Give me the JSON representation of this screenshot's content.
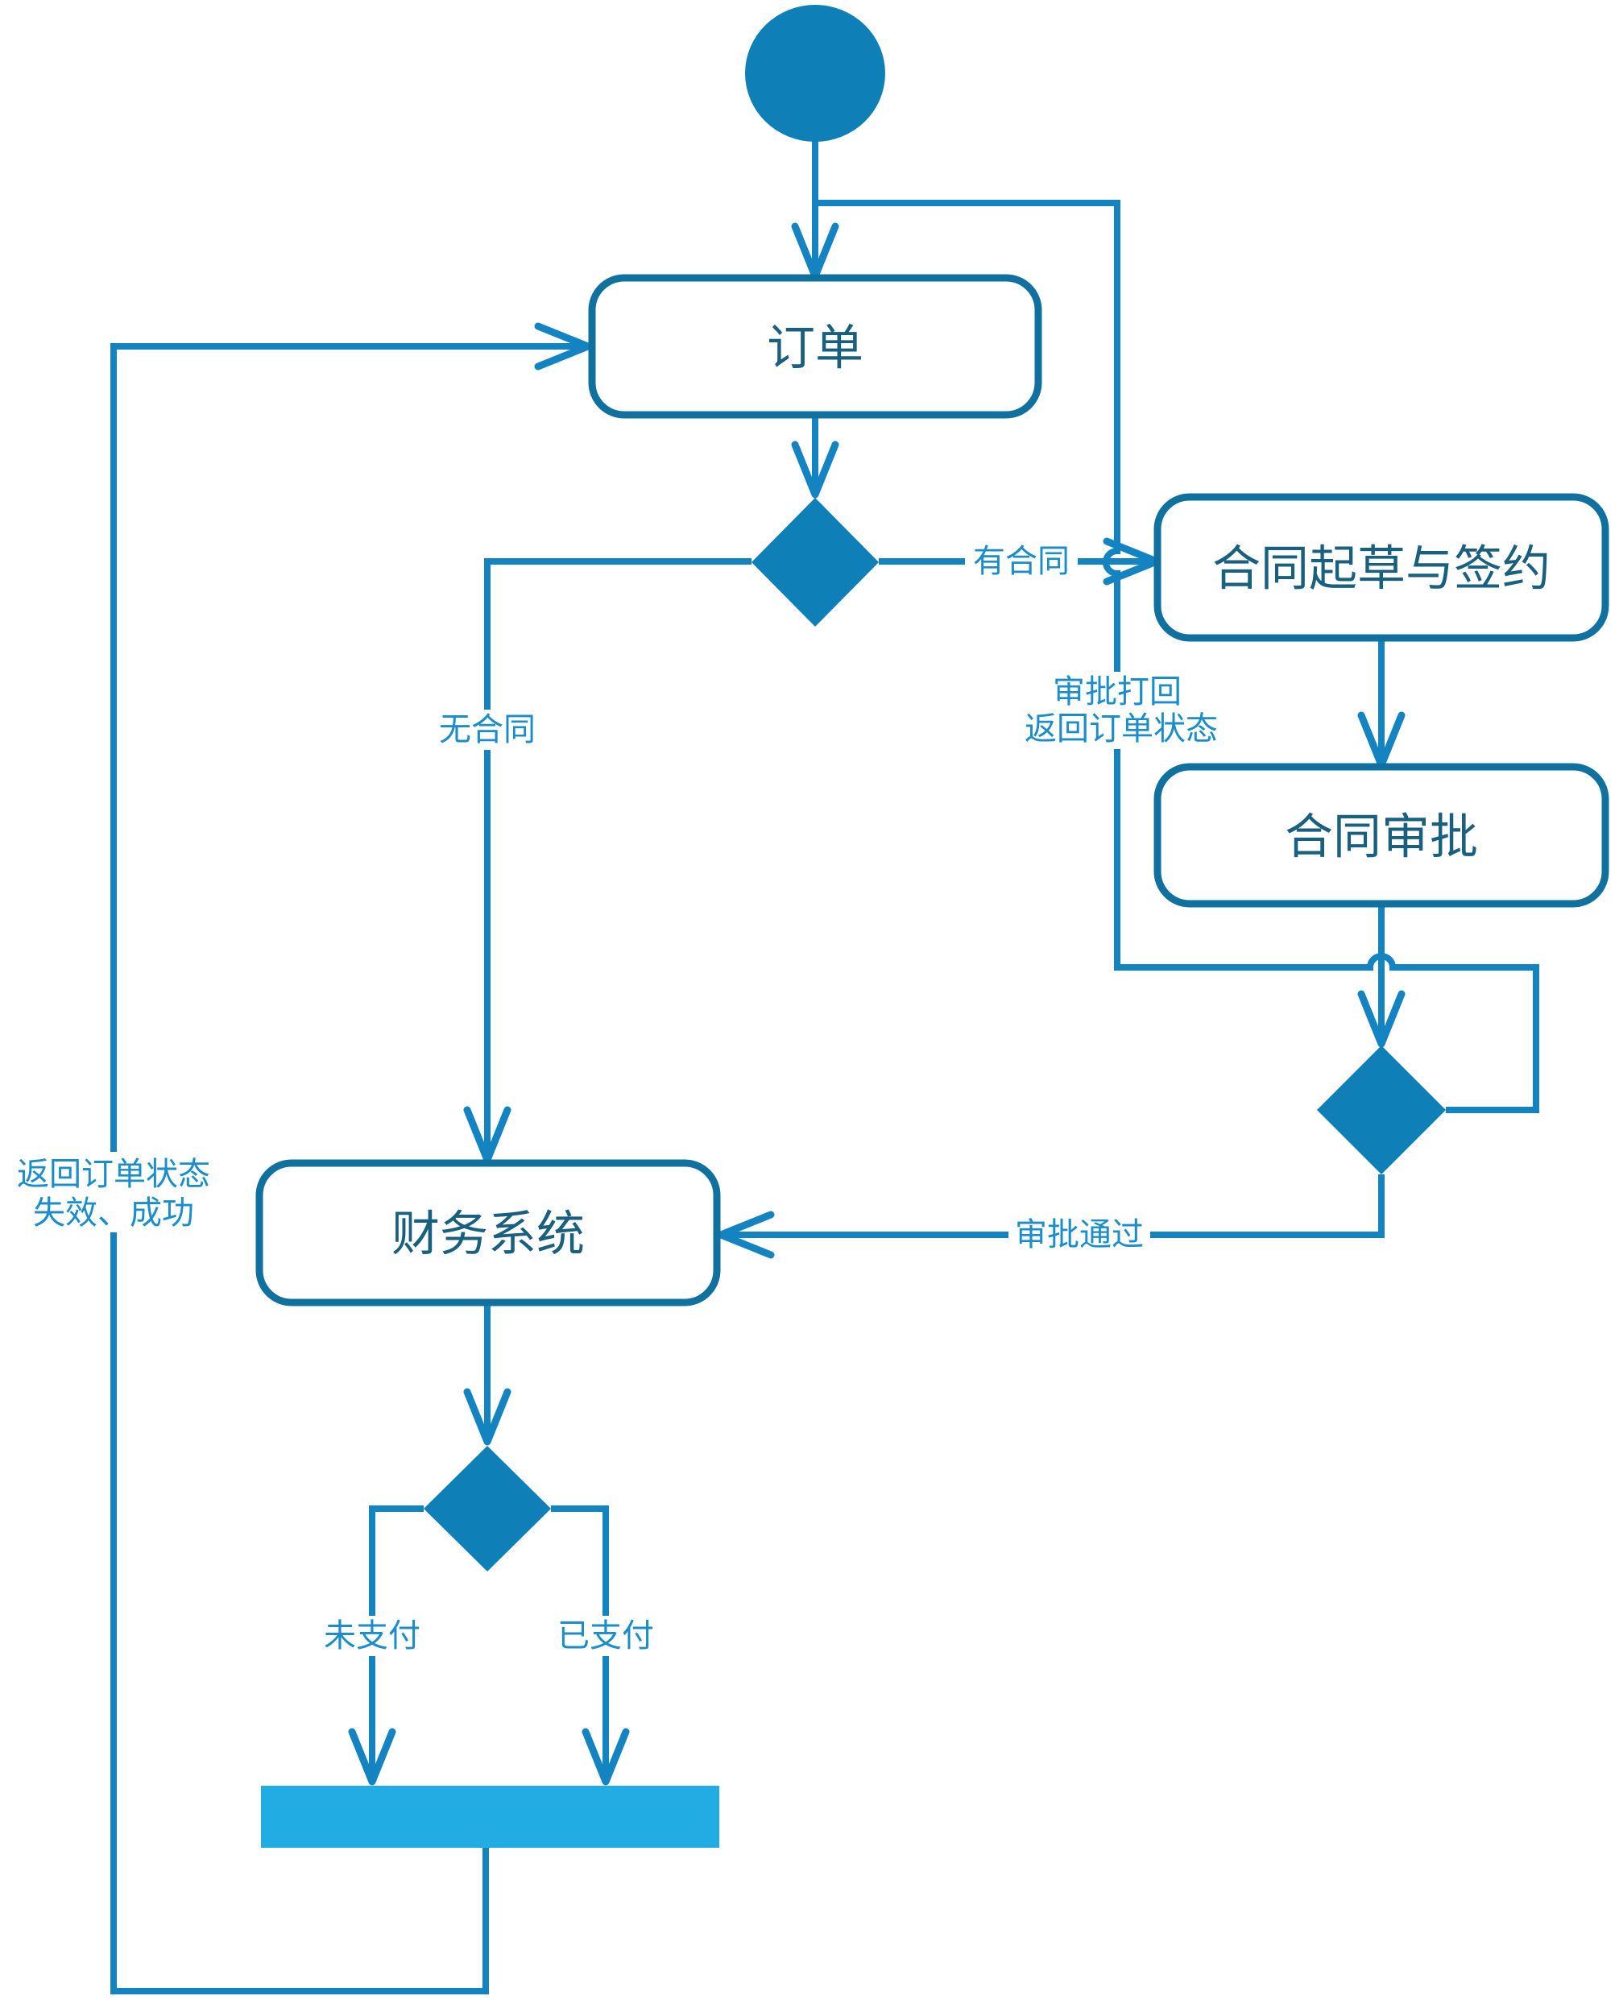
{
  "diagram": {
    "type": "uml-activity-flowchart",
    "colors": {
      "connector": "#1383c1",
      "node_border": "#11719e",
      "node_text": "#19607f",
      "label_text": "#1b8dc9",
      "shape_fill": "#0e7fb7",
      "bar_fill": "#21ace3",
      "background": "#ffffff"
    },
    "nodes": {
      "start": {
        "type": "initial-node"
      },
      "order": {
        "label": "订单"
      },
      "contract_decision": {
        "type": "decision-diamond"
      },
      "contract_draft": {
        "label": "合同起草与签约"
      },
      "contract_approval": {
        "label": "合同审批"
      },
      "approval_decision": {
        "type": "decision-diamond"
      },
      "finance": {
        "label": "财务系统"
      },
      "payment_decision": {
        "type": "decision-diamond"
      },
      "join_bar": {
        "type": "fork-join-bar"
      }
    },
    "edges": {
      "has_contract": {
        "label": "有合同"
      },
      "no_contract": {
        "label": "无合同"
      },
      "approval_rejected": {
        "label_line1": "审批打回",
        "label_line2": "返回订单状态"
      },
      "approval_passed": {
        "label": "审批通过"
      },
      "unpaid": {
        "label": "未支付"
      },
      "paid": {
        "label": "已支付"
      },
      "return_to_order": {
        "label_line1": "返回订单状态",
        "label_line2": "失效、成功"
      }
    }
  }
}
